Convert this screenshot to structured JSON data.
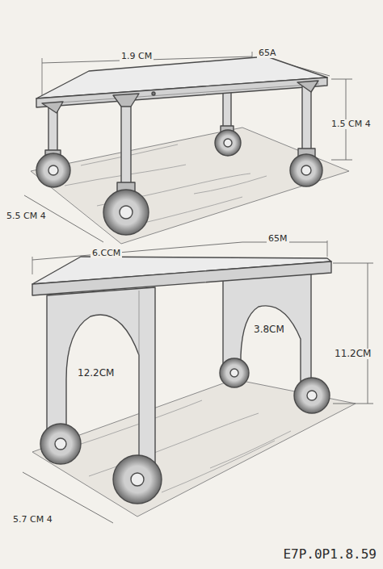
{
  "diagram": {
    "labels": [
      "1.9 CM",
      "65A",
      "1.5 CM 4",
      "5.5 CM 4",
      "6.CCM",
      "65M",
      "3.8CM",
      "11.2CM",
      "12.2CM",
      "5.7 CM 4",
      "E7P.0P1.8.59"
    ]
  }
}
